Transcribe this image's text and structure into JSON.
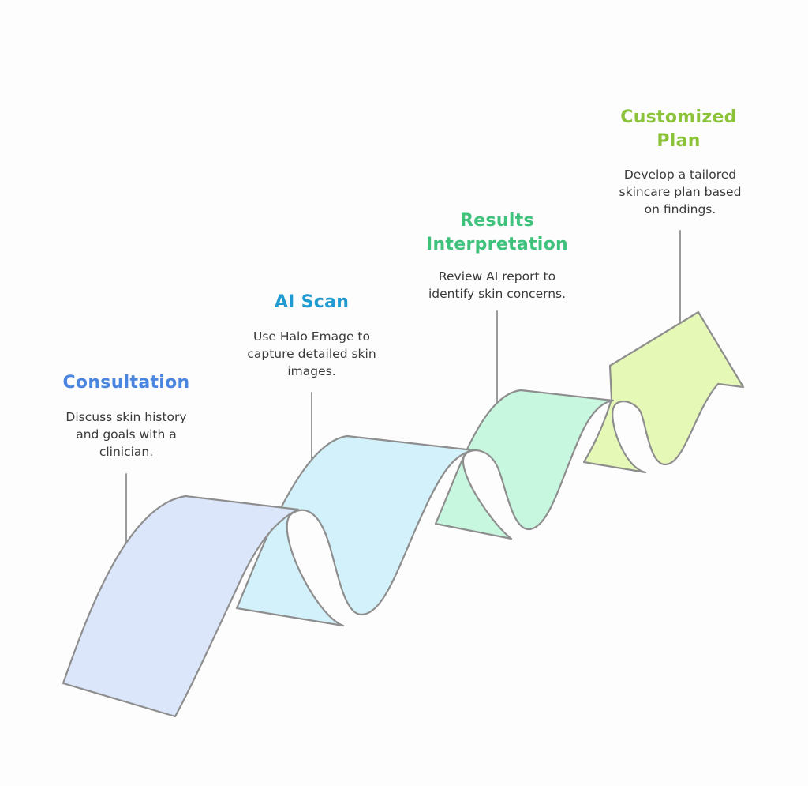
{
  "steps": [
    {
      "id": "consultation",
      "title_lines": [
        "Consultation"
      ],
      "description_lines": [
        "Discuss skin history",
        "and goals with a",
        "clinician."
      ],
      "color": "#4a86e0",
      "fill": "#dbe6fb"
    },
    {
      "id": "ai-scan",
      "title_lines": [
        "AI Scan"
      ],
      "description_lines": [
        "Use Halo Emage to",
        "capture detailed skin",
        "images."
      ],
      "color": "#1f9bd2",
      "fill": "#d3f1fa"
    },
    {
      "id": "results-interpretation",
      "title_lines": [
        "Results",
        "Interpretation"
      ],
      "description_lines": [
        "Review AI report to",
        "identify skin concerns."
      ],
      "color": "#3ec27c",
      "fill": "#c8f7df"
    },
    {
      "id": "customized-plan",
      "title_lines": [
        "Customized",
        "Plan"
      ],
      "description_lines": [
        "Develop a tailored",
        "skincare plan based",
        "on findings."
      ],
      "color": "#8cc23a",
      "fill": "#e6f8b6"
    }
  ],
  "colors": {
    "outline": "#8e8e8e",
    "connector": "#9a9a9a",
    "description_text": "#3a3a3a"
  }
}
